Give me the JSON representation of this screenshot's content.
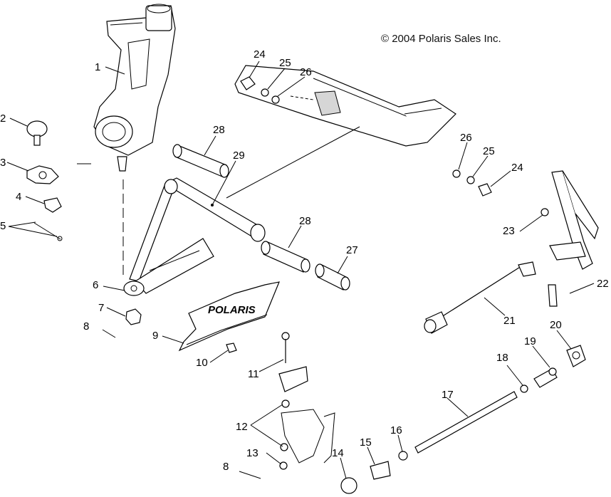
{
  "copyright": "© 2004 Polaris Sales Inc.",
  "parts": [
    {
      "number": "1"
    },
    {
      "number": "2"
    },
    {
      "number": "3"
    },
    {
      "number": "4"
    },
    {
      "number": "5"
    },
    {
      "number": "6"
    },
    {
      "number": "7"
    },
    {
      "number": "8"
    },
    {
      "number": "9"
    },
    {
      "number": "10"
    },
    {
      "number": "11"
    },
    {
      "number": "12"
    },
    {
      "number": "13"
    },
    {
      "number": "14"
    },
    {
      "number": "15"
    },
    {
      "number": "16"
    },
    {
      "number": "17"
    },
    {
      "number": "18"
    },
    {
      "number": "19"
    },
    {
      "number": "20"
    },
    {
      "number": "21"
    },
    {
      "number": "22"
    },
    {
      "number": "23"
    },
    {
      "number": "24"
    },
    {
      "number": "25"
    },
    {
      "number": "26"
    },
    {
      "number": "27"
    },
    {
      "number": "28"
    },
    {
      "number": "29"
    }
  ],
  "guard_logo": "POLARIS"
}
